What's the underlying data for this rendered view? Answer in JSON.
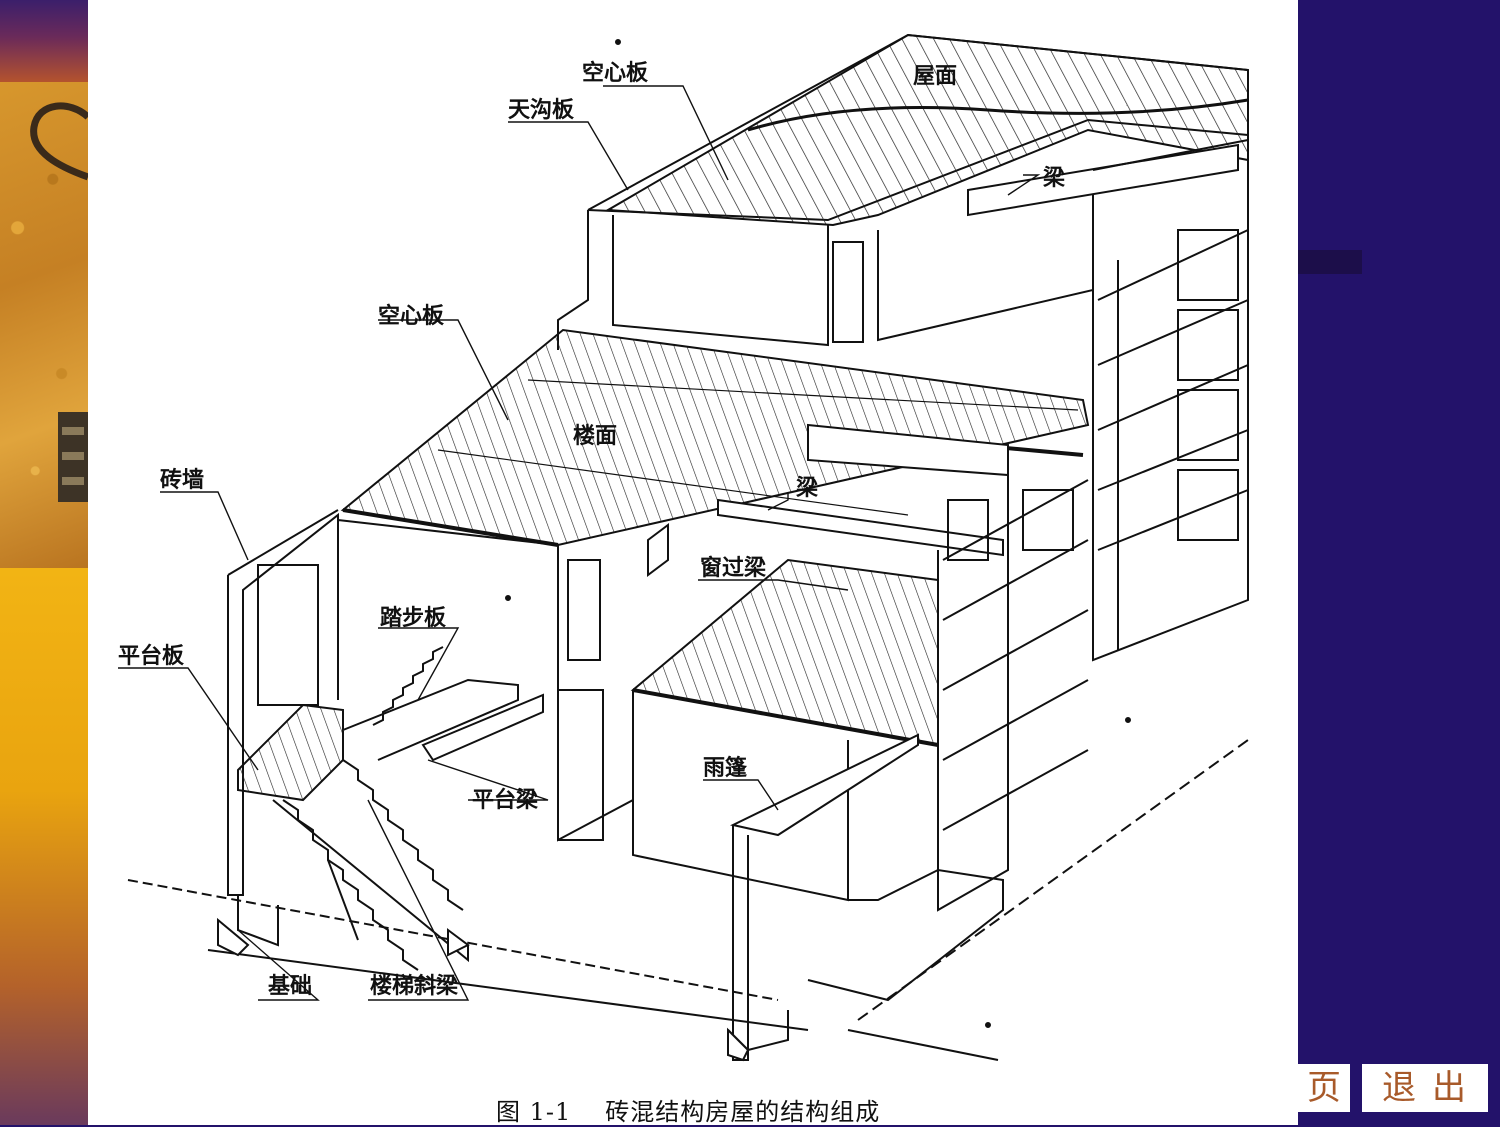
{
  "figure": {
    "labels": {
      "hollow_slab_top": "空心板",
      "gutter_slab": "天沟板",
      "roof": "屋面",
      "beam_top": "梁",
      "hollow_slab_mid": "空心板",
      "floor": "楼面",
      "brick_wall": "砖墙",
      "beam_mid": "梁",
      "window_lintel": "窗过梁",
      "tread_slab": "踏步板",
      "landing_slab": "平台板",
      "landing_beam": "平台梁",
      "canopy": "雨篷",
      "foundation": "基础",
      "stair_stringer": "楼梯斜梁"
    },
    "caption": {
      "number": "图 1-1",
      "title": "砖混结构房屋的结构组成"
    }
  },
  "nav": {
    "prev_label": "页",
    "exit_label": "退出"
  }
}
